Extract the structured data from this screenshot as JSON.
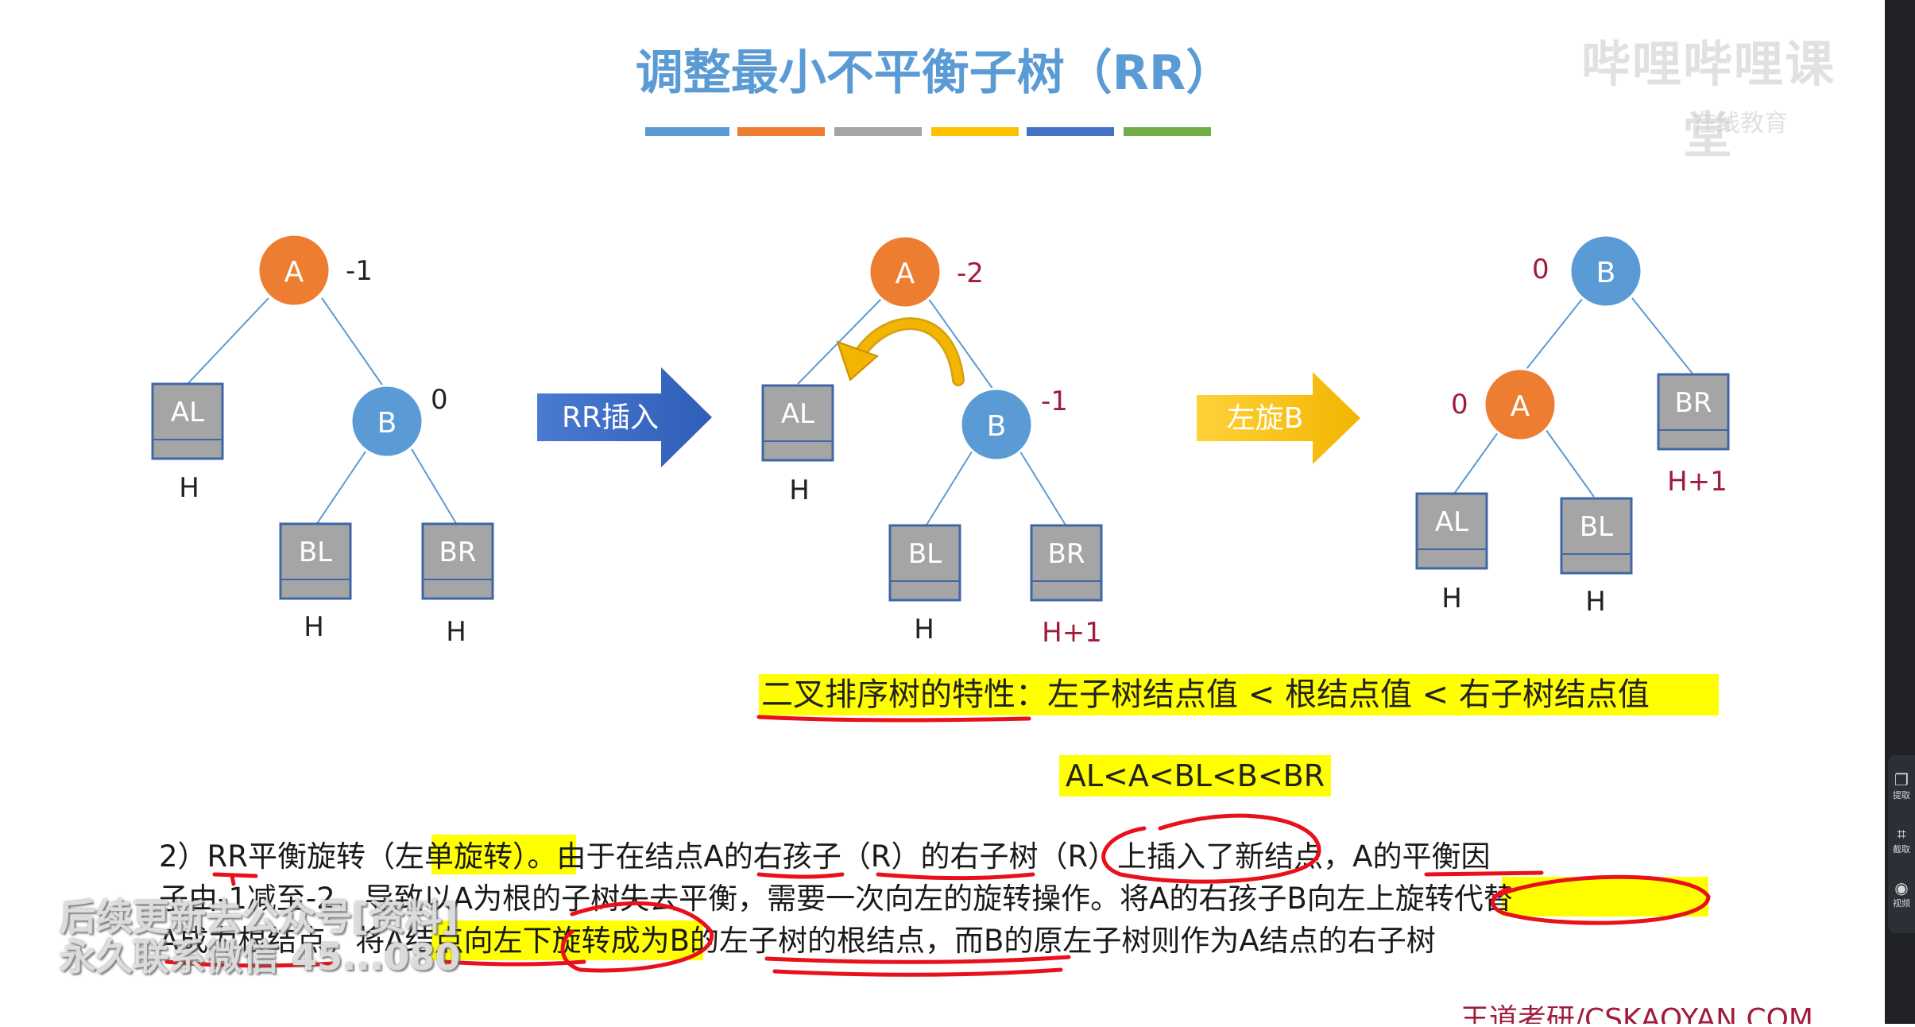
{
  "slide": {
    "title": "调整最小不平衡子树（RR）",
    "title_bar_colors": [
      "#5b9bd5",
      "#ed7d31",
      "#a5a5a5",
      "#ffc000",
      "#4472c4",
      "#70ad47"
    ],
    "node_colors": {
      "orange": "#ed7d31",
      "blue": "#5b9bd5",
      "box": "#a5a5a5",
      "dark_red": "#a01c3c"
    },
    "tree1": {
      "A": "A",
      "A_factor": "-1",
      "B": "B",
      "B_factor": "0",
      "AL": "AL",
      "AL_h": "H",
      "BL": "BL",
      "BL_h": "H",
      "BR": "BR",
      "BR_h": "H"
    },
    "arrow1_label": "RR插入",
    "tree2": {
      "A": "A",
      "A_factor": "-2",
      "B": "B",
      "B_factor": "-1",
      "AL": "AL",
      "AL_h": "H",
      "BL": "BL",
      "BL_h": "H",
      "BR": "BR",
      "BR_h": "H+1"
    },
    "arrow2_label": "左旋B",
    "tree3": {
      "B": "B",
      "B_factor": "0",
      "A": "A",
      "A_factor": "0",
      "BR": "BR",
      "BR_h": "H+1",
      "AL": "AL",
      "AL_h": "H",
      "BL": "BL",
      "BL_h": "H"
    },
    "property_note": "二叉排序树的特性：左子树结点值 < 根结点值 < 右子树结点值",
    "order_note": "AL<A<BL<B<BR",
    "paragraph": {
      "line1": "2）RR平衡旋转（左单旋转）。由于在结点A的右孩子（R）的右子树（R）上插入了新结点，A的平衡因",
      "line2": "子由-1减至-2，导致以A为根的子树失去平衡，需要一次向左的旋转操作。将A的右孩子B向左上旋转代替",
      "line3": "A成为根结点，将A结点向左下旋转成为B的左子树的根结点，而B的原左子树则作为A结点的右子树"
    },
    "footer": "王道考研/CSKAOYAN.COM"
  },
  "overlays": {
    "watermark": "哔哩哔哩课堂",
    "watermark_sub": "在线教育",
    "promo_line1": "后续更新去公众号[资料]",
    "promo_line2": "永久联系微信 45...080"
  },
  "side_toolbar": {
    "items": [
      {
        "icon": "copy-icon",
        "label": "提取"
      },
      {
        "icon": "crop-icon",
        "label": "截取"
      },
      {
        "icon": "camera-icon",
        "label": "视频"
      }
    ]
  }
}
